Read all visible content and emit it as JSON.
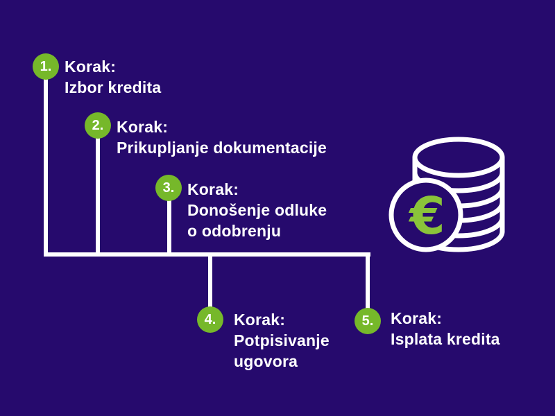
{
  "steps": [
    {
      "number": "1.",
      "lines": [
        "Korak:",
        "Izbor kredita"
      ]
    },
    {
      "number": "2.",
      "lines": [
        "Korak:",
        "Prikupljanje dokumentacije"
      ]
    },
    {
      "number": "3.",
      "lines": [
        "Korak:",
        "Donošenje odluke",
        "o odobrenju"
      ]
    },
    {
      "number": "4.",
      "lines": [
        "Korak:",
        "Potpisivanje",
        "ugovora"
      ]
    },
    {
      "number": "5.",
      "lines": [
        "Korak:",
        "Isplata kredita"
      ]
    }
  ],
  "illustration": {
    "name": "coin-stack-with-euro",
    "currency_symbol": "€"
  },
  "colors": {
    "background": "#260a6d",
    "step_circle_green": "#76b82a",
    "euro_green": "#8ac43a",
    "connector_white": "#ffffff",
    "text_white": "#ffffff"
  }
}
